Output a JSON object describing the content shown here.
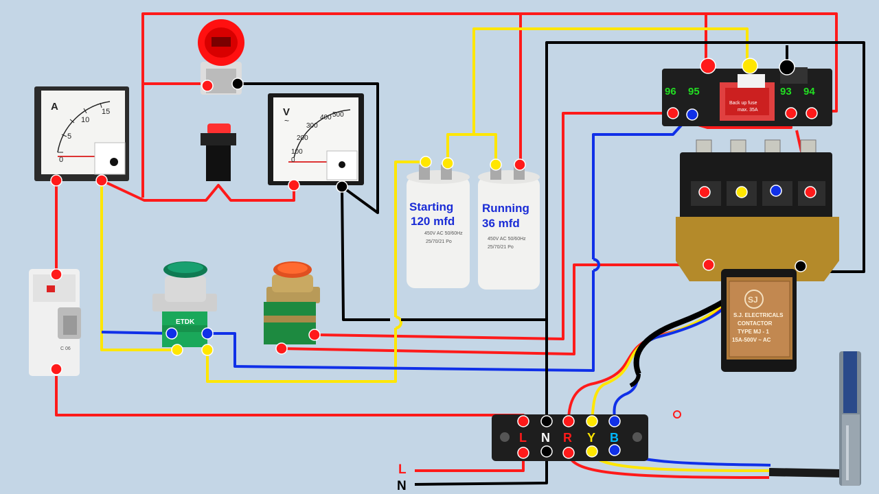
{
  "colors": {
    "background": "#c4d6e6",
    "red_wire": "#ff1a1a",
    "yellow_wire": "#ffe600",
    "black_wire": "#000000",
    "blue_wire": "#1030e8",
    "label_blue": "#1a2cd6",
    "terminal_green": "#22dd22"
  },
  "ammeter": {
    "unit": "A",
    "scale": [
      "0",
      "5",
      "10",
      "15"
    ]
  },
  "voltmeter": {
    "unit": "V",
    "tilde": "~",
    "scale": [
      "0",
      "100",
      "200",
      "300",
      "400",
      "500"
    ]
  },
  "capacitors": [
    {
      "name": "Starting",
      "value": "120 mfd"
    },
    {
      "name": "Running",
      "value": "36 mfd"
    }
  ],
  "push_button_brand": "ETDK",
  "mcb_rating": "C 06",
  "overload_relay": {
    "terminals": [
      "96",
      "95",
      "93",
      "94"
    ],
    "fuse_label_1": "Back up fuse",
    "fuse_label_2": "max. 35A"
  },
  "contactor": {
    "brand": "SJ",
    "maker": "S.J. ELECTRICALS",
    "title": "CONTACTOR",
    "type": "TYPE MJ - 1",
    "rating": "15A-500V ~ AC"
  },
  "terminal_block": [
    "L",
    "N",
    "R",
    "Y",
    "B"
  ],
  "supply": {
    "line": "L",
    "neutral": "N"
  }
}
